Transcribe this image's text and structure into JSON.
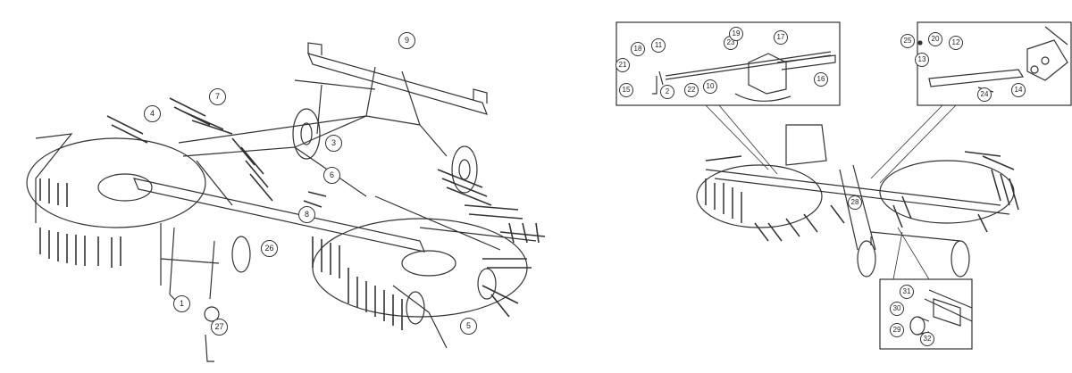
{
  "title": "Twin rotary rake parts diagram",
  "main_view_callouts": [
    "9",
    "7",
    "4",
    "3",
    "6",
    "8",
    "26",
    "1",
    "27",
    "5"
  ],
  "detail_view_callouts": [
    "18",
    "11",
    "23",
    "19",
    "17",
    "21",
    "15",
    "2",
    "22",
    "10",
    "16",
    "28"
  ],
  "hitch_inset_callouts": [
    "25",
    "20",
    "12",
    "13",
    "24",
    "14"
  ],
  "wheel_inset_callouts": [
    "31",
    "30",
    "29",
    "32"
  ],
  "colors": {
    "line": "#333333",
    "background": "#ffffff"
  }
}
